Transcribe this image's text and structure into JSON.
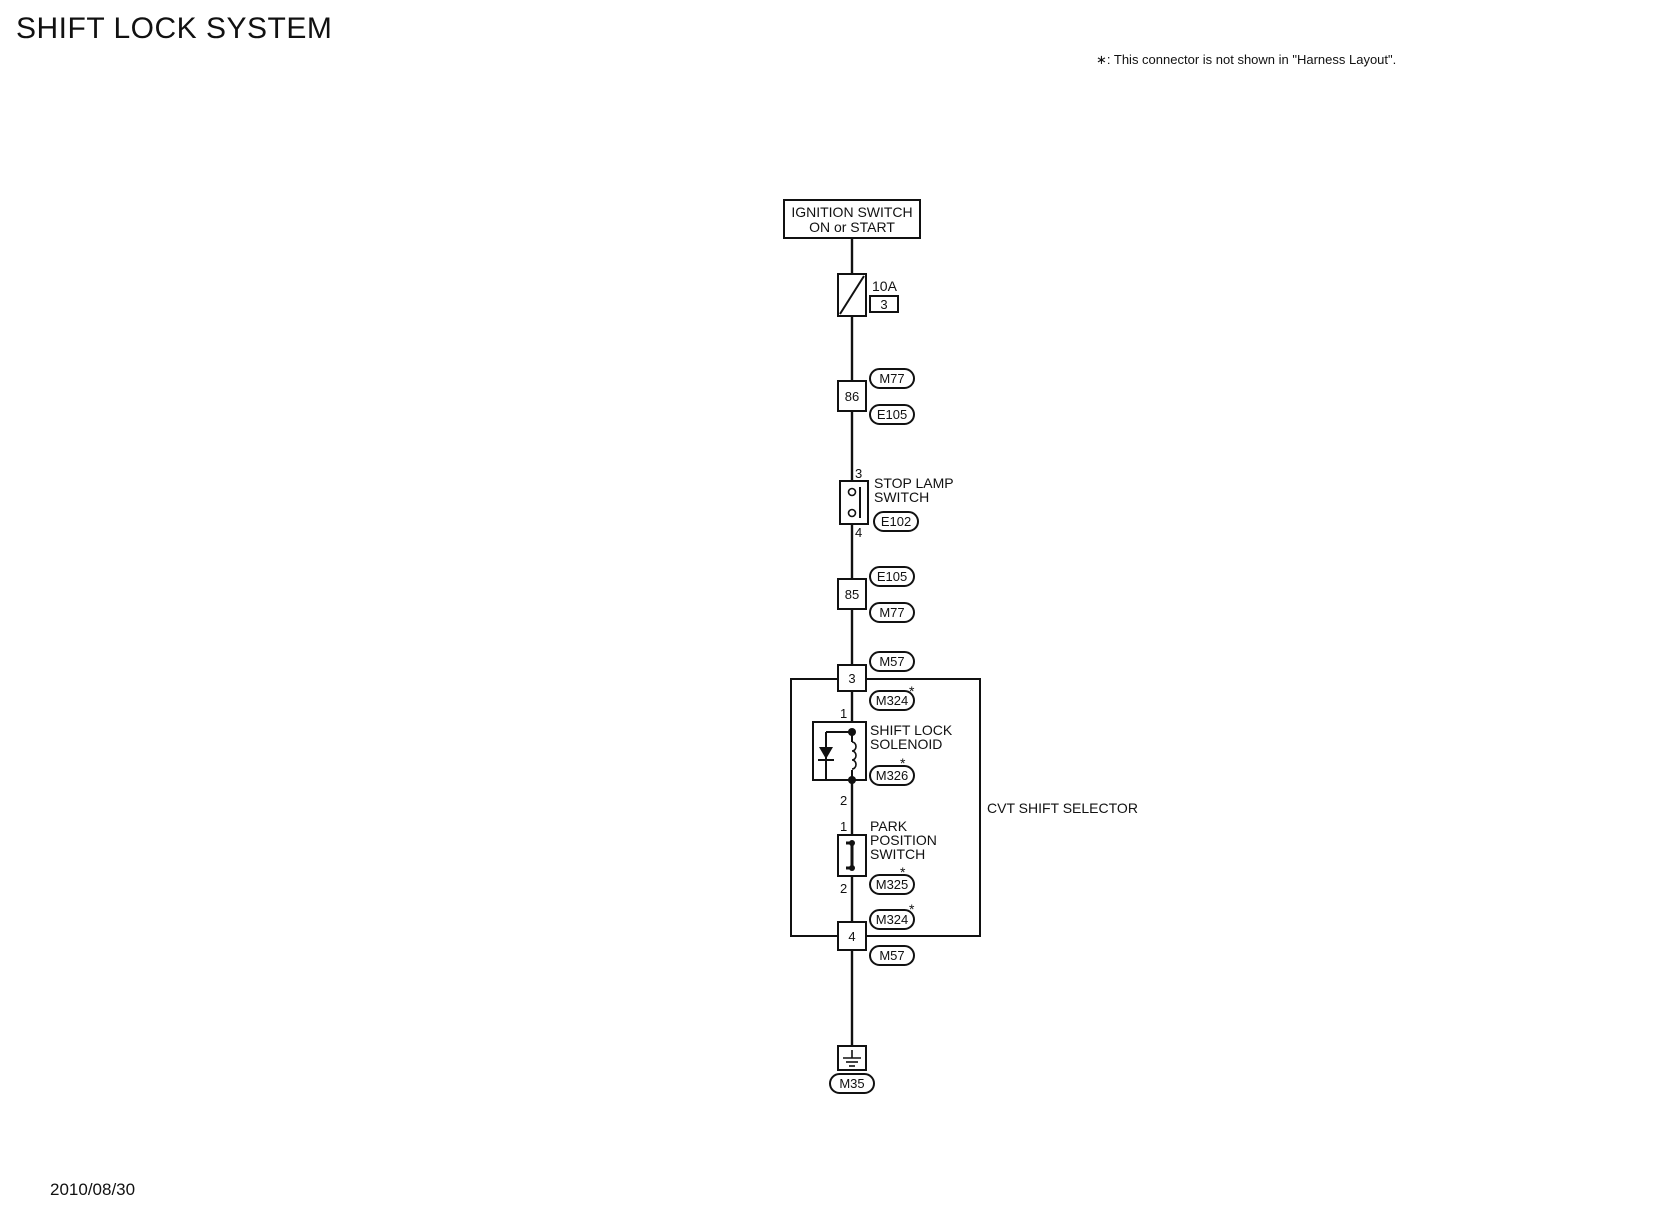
{
  "page": {
    "title": "SHIFT LOCK SYSTEM",
    "footnote": "∗: This connector is not shown in \"Harness Layout\".",
    "date": "2010/08/30"
  },
  "diagram": {
    "power_source": {
      "line1": "IGNITION SWITCH",
      "line2": "ON or START"
    },
    "fuse": {
      "rating": "10A",
      "number": "3"
    },
    "junction_86": {
      "terminal": "86",
      "connector_top": "M77",
      "connector_bottom": "E105"
    },
    "stop_lamp_switch": {
      "name_line1": "STOP LAMP",
      "name_line2": "SWITCH",
      "pin_top": "3",
      "pin_bottom": "4",
      "connector": "E102"
    },
    "junction_85": {
      "terminal": "85",
      "connector_top": "E105",
      "connector_bottom": "M77"
    },
    "selector_in": {
      "terminal": "3",
      "connector_top": "M57",
      "connector_inner": "M324",
      "star": "*"
    },
    "shift_lock_solenoid": {
      "name_line1": "SHIFT LOCK",
      "name_line2": "SOLENOID",
      "pin_top": "1",
      "pin_bottom": "2",
      "connector": "M326",
      "star": "*"
    },
    "park_position_switch": {
      "name_line1": "PARK",
      "name_line2": "POSITION",
      "name_line3": "SWITCH",
      "pin_top": "1",
      "pin_bottom": "2",
      "connector": "M325",
      "star": "*"
    },
    "selector_out": {
      "terminal": "4",
      "connector_inner": "M324",
      "connector_bottom": "M57",
      "star": "*"
    },
    "unit_label": "CVT SHIFT SELECTOR",
    "ground": {
      "connector": "M35"
    }
  }
}
